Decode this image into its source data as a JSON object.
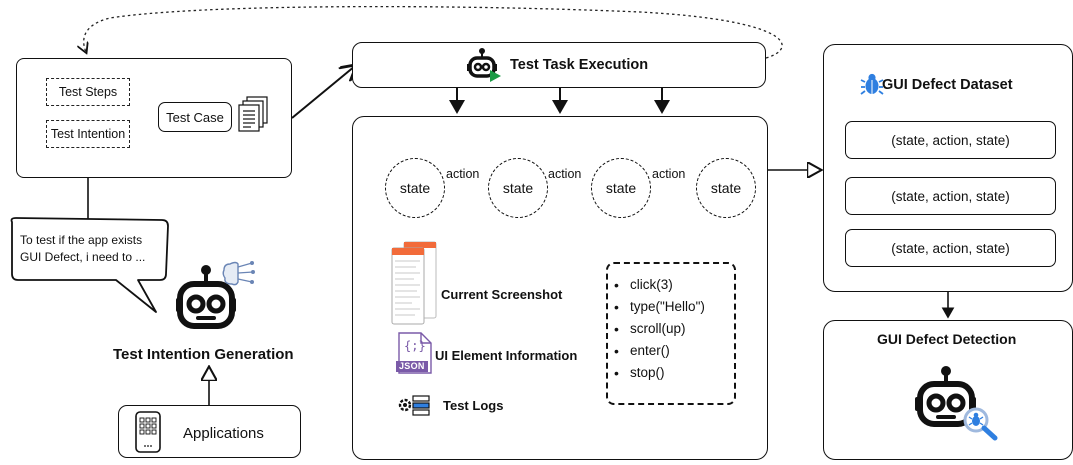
{
  "test_case": {
    "steps_label": "Test Steps",
    "intention_label": "Test Intention",
    "case_label": "Test Case"
  },
  "speech_bubble": {
    "line1": "To test if the app exists",
    "line2": "GUI Defect, i need to ..."
  },
  "intention_generation": {
    "title": "Test Intention Generation"
  },
  "applications": {
    "label": "Applications"
  },
  "execution": {
    "title": "Test Task Execution",
    "states": [
      "state",
      "state",
      "state",
      "state"
    ],
    "action_label": "action",
    "info": {
      "screenshot": "Current Screenshot",
      "ui_elements": "UI Element Information",
      "logs": "Test Logs",
      "json_label": "JSON",
      "json_glyph": "{;}"
    },
    "actions": [
      "click(3)",
      "type(\"Hello\")",
      "scroll(up)",
      "enter()",
      "stop()"
    ]
  },
  "dataset": {
    "title": "GUI Defect Dataset",
    "tuples": [
      "(state,  action,  state)",
      "(state,  action,  state)",
      "(state,  action,  state)"
    ]
  },
  "detection": {
    "title": "GUI Defect Detection"
  },
  "colors": {
    "robot_green": "#1a9a45",
    "bug_blue": "#2f7fe0",
    "json_purple": "#7a5aa8",
    "phone_orange": "#f26b3a"
  }
}
